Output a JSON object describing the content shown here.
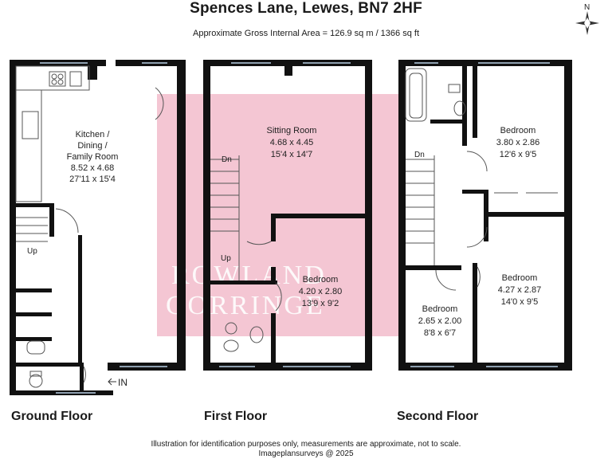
{
  "header": {
    "title": "Spences Lane, Lewes, BN7 2HF",
    "area": "Approximate Gross Internal Area = 126.9 sq m / 1366 sq ft"
  },
  "compass": {
    "label": "N"
  },
  "watermark": {
    "line1": "ROWLAND",
    "line2": "GORRINGE"
  },
  "floors": {
    "ground": {
      "label": "Ground Floor",
      "rooms": [
        {
          "name": "Kitchen /",
          "name2": "Dining /",
          "name3": "Family Room",
          "metric": "8.52 x 4.68",
          "imperial": "27'11 x 15'4"
        }
      ],
      "stairs_label": "Up",
      "entrance_label": "IN"
    },
    "first": {
      "label": "First Floor",
      "rooms": [
        {
          "name": "Sitting Room",
          "metric": "4.68 x 4.45",
          "imperial": "15'4 x 14'7"
        },
        {
          "name": "Bedroom",
          "metric": "4.20 x 2.80",
          "imperial": "13'9 x 9'2"
        }
      ],
      "stairs_down": "Dn",
      "stairs_up": "Up"
    },
    "second": {
      "label": "Second Floor",
      "rooms": [
        {
          "name": "Bedroom",
          "metric": "3.80 x 2.86",
          "imperial": "12'6 x 9'5"
        },
        {
          "name": "Bedroom",
          "metric": "4.27 x 2.87",
          "imperial": "14'0 x 9'5"
        },
        {
          "name": "Bedroom",
          "metric": "2.65 x 2.00",
          "imperial": "8'8 x 6'7"
        }
      ],
      "stairs_down": "Dn"
    }
  },
  "footer": {
    "line1": "Illustration for identification purposes only, measurements are approximate, not to scale.",
    "line2": "Imageplansurveys @ 2025"
  },
  "colors": {
    "wall": "#111111",
    "highlight": "#f4c6d3",
    "window": "#8fa0b0"
  }
}
